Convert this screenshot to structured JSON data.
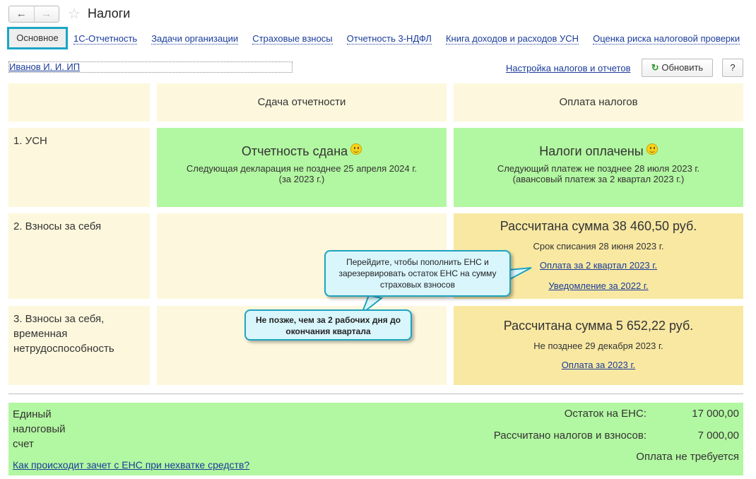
{
  "header": {
    "title": "Налоги",
    "back": "←",
    "forward": "→"
  },
  "tabs": {
    "active": "Основное",
    "items": [
      "1С-Отчетность",
      "Задачи организации",
      "Страховые взносы",
      "Отчетность 3-НДФЛ",
      "Книга доходов и расходов УСН",
      "Оценка риска налоговой проверки"
    ]
  },
  "organization": "Иванов И. И. ИП",
  "toolbar": {
    "settings_link": "Настройка налогов и отчетов",
    "refresh_label": "Обновить",
    "help_label": "?"
  },
  "columns": {
    "reporting": "Сдача отчетности",
    "payment": "Оплата налогов"
  },
  "rows": [
    {
      "label": "1. УСН",
      "reporting": {
        "title": "Отчетность сдана",
        "line1": "Следующая декларация не позднее 25 апреля 2024 г.",
        "line2": "(за 2023 г.)"
      },
      "payment": {
        "title": "Налоги оплачены",
        "line1": "Следующий платеж не позднее 28 июля 2023 г.",
        "line2": "(авансовый платеж за 2 квартал 2023 г.)"
      }
    },
    {
      "label": "2. Взносы за себя",
      "payment": {
        "title": "Рассчитана сумма 38 460,50 руб.",
        "line1": "Срок списания 28 июня 2023 г.",
        "link1": "Оплата за 2 квартал 2023 г.",
        "link2": "Уведомление за 2022 г."
      }
    },
    {
      "label": "3. Взносы за себя, временная нетрудоспособность",
      "payment": {
        "title": "Рассчитана сумма 5 652,22 руб.",
        "line1": "Не позднее 29 декабря 2023 г.",
        "link1": "Оплата за 2023 г."
      }
    }
  ],
  "tooltips": {
    "top": "Перейдите, чтобы пополнить ЕНС и зарезервировать остаток ЕНС на сумму страховых взносов",
    "bottom": "Не позже, чем за 2 рабочих дня до окончания квартала"
  },
  "ens": {
    "title": "Единый налоговый счет",
    "balance_label": "Остаток на ЕНС:",
    "balance_value": "17 000,00",
    "calc_label": "Рассчитано налогов и взносов:",
    "calc_value": "7 000,00",
    "status": "Оплата не требуется",
    "help_link": "Как происходит зачет с ЕНС при нехватке средств?"
  }
}
